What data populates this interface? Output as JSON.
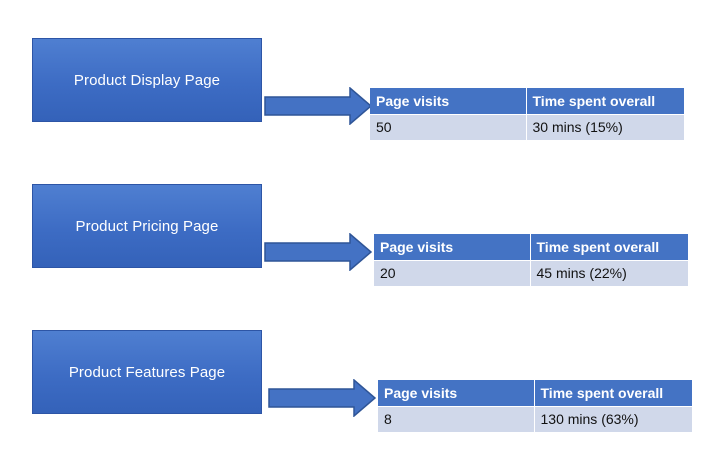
{
  "colors": {
    "box_fill": "#4472c4",
    "header_fill": "#4473c4",
    "cell_fill": "#d0d8ea",
    "arrow_fill": "#4472c4"
  },
  "table_headers": {
    "visits": "Page visits",
    "time": "Time spent overall"
  },
  "pages": [
    {
      "name": "Product Display Page",
      "visits": "50",
      "time": "30 mins (15%)"
    },
    {
      "name": "Product Pricing Page",
      "visits": "20",
      "time": "45 mins (22%)"
    },
    {
      "name": "Product Features Page",
      "visits": "8",
      "time": "130 mins (63%)"
    }
  ]
}
